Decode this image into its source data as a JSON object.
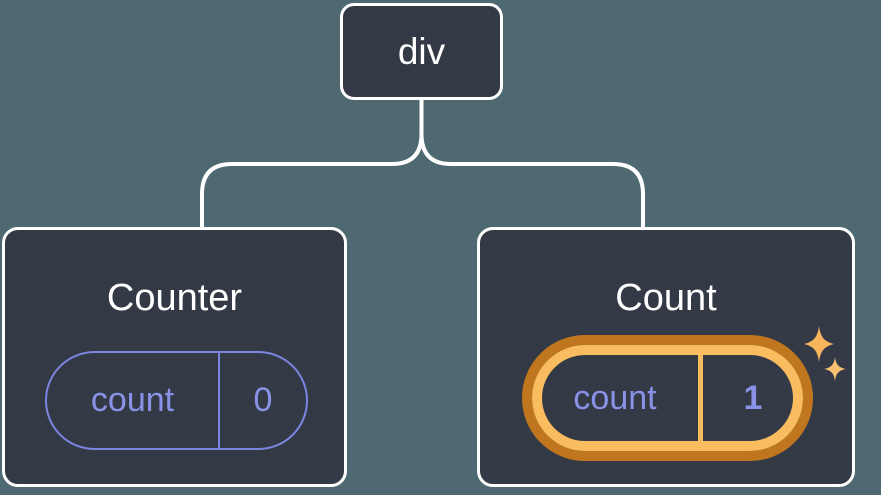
{
  "diagram": {
    "root": {
      "label": "div"
    },
    "children": [
      {
        "title": "Counter",
        "state": {
          "name": "count",
          "value": "0"
        },
        "highlighted": false
      },
      {
        "title": "Count",
        "state": {
          "name": "count",
          "value": "1"
        },
        "highlighted": true
      }
    ]
  },
  "colors": {
    "background": "#4E6972",
    "card_fill": "#333A46",
    "card_border": "#FFFFFF",
    "connector": "#FFFFFF",
    "state_purple_stroke": "#7C85DF",
    "state_purple_text": "#8A92E8",
    "highlight_ring_outer": "#C0761E",
    "highlight_ring_inner": "#F9BC5F",
    "sparkle_large": "#F6B55A",
    "sparkle_small": "#F8C172"
  },
  "icons": {
    "sparkle_large": "sparkle-icon",
    "sparkle_small": "sparkle-icon"
  }
}
